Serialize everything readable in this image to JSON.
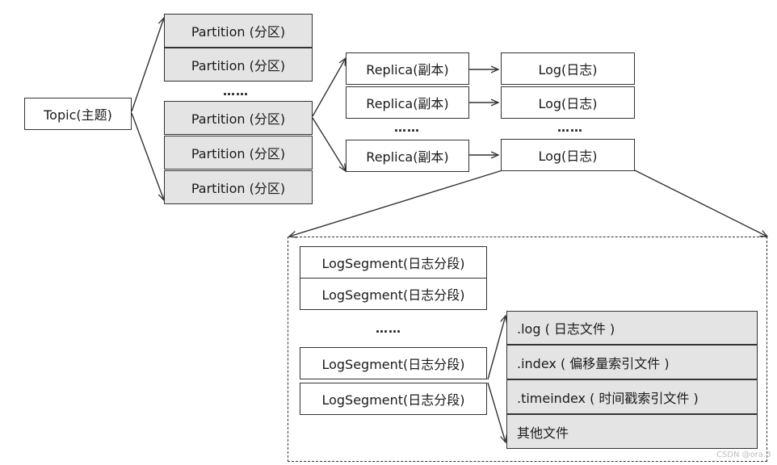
{
  "topic": "Topic(主题)",
  "partitions": [
    "Partition (分区)",
    "Partition (分区)",
    "Partition (分区)",
    "Partition (分区)",
    "Partition (分区)"
  ],
  "partition_ellipsis": "……",
  "replicas": [
    "Replica(副本)",
    "Replica(副本)",
    "Replica(副本)"
  ],
  "replica_ellipsis": "……",
  "logs": [
    "Log(日志)",
    "Log(日志)",
    "Log(日志)"
  ],
  "log_ellipsis": "……",
  "log_segments": [
    "LogSegment(日志分段)",
    "LogSegment(日志分段)",
    "LogSegment(日志分段)",
    "LogSegment(日志分段)"
  ],
  "segment_ellipsis": "……",
  "segment_files": [
    ".log ( 日志文件 )",
    ".index ( 偏移量索引文件 )",
    ".timeindex ( 时间戳索引文件 )",
    "其他文件"
  ],
  "watermark": "CSDN @ora.3"
}
